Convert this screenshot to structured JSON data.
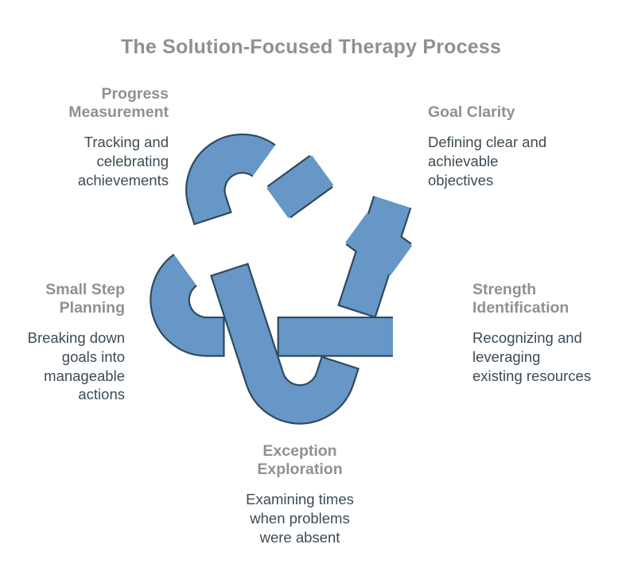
{
  "title": "The Solution-Focused Therapy Process",
  "colors": {
    "background": "#ffffff",
    "title": "#8e9192",
    "step_heading": "#8e9192",
    "step_body": "#3d4b54",
    "knot_fill": "#6697c6",
    "knot_outline": "#2e4960"
  },
  "knot": {
    "shape": "five-loop interwoven knot",
    "lobes": 5,
    "band_color": "#6697c6",
    "outline_color": "#2e4960"
  },
  "steps": [
    {
      "id": "goal-clarity",
      "position": "top-right",
      "label": "Goal Clarity",
      "label_lines": [
        "Goal Clarity"
      ],
      "description": "Defining clear and achievable objectives",
      "desc_lines": [
        "Defining clear and",
        "achievable",
        "objectives"
      ]
    },
    {
      "id": "strength-identification",
      "position": "right",
      "label": "Strength Identification",
      "label_lines": [
        "Strength",
        "Identification"
      ],
      "description": "Recognizing and leveraging existing resources",
      "desc_lines": [
        "Recognizing and",
        "leveraging",
        "existing resources"
      ]
    },
    {
      "id": "exception-exploration",
      "position": "bottom",
      "label": "Exception Exploration",
      "label_lines": [
        "Exception",
        "Exploration"
      ],
      "description": "Examining times when problems were absent",
      "desc_lines": [
        "Examining times",
        "when problems",
        "were absent"
      ]
    },
    {
      "id": "small-step-planning",
      "position": "left",
      "label": "Small Step Planning",
      "label_lines": [
        "Small Step",
        "Planning"
      ],
      "description": "Breaking down goals into manageable actions",
      "desc_lines": [
        "Breaking down",
        "goals into",
        "manageable",
        "actions"
      ]
    },
    {
      "id": "progress-measurement",
      "position": "top-left",
      "label": "Progress Measurement",
      "label_lines": [
        "Progress",
        "Measurement"
      ],
      "description": "Tracking and celebrating achievements",
      "desc_lines": [
        "Tracking and",
        "celebrating",
        "achievements"
      ]
    }
  ]
}
